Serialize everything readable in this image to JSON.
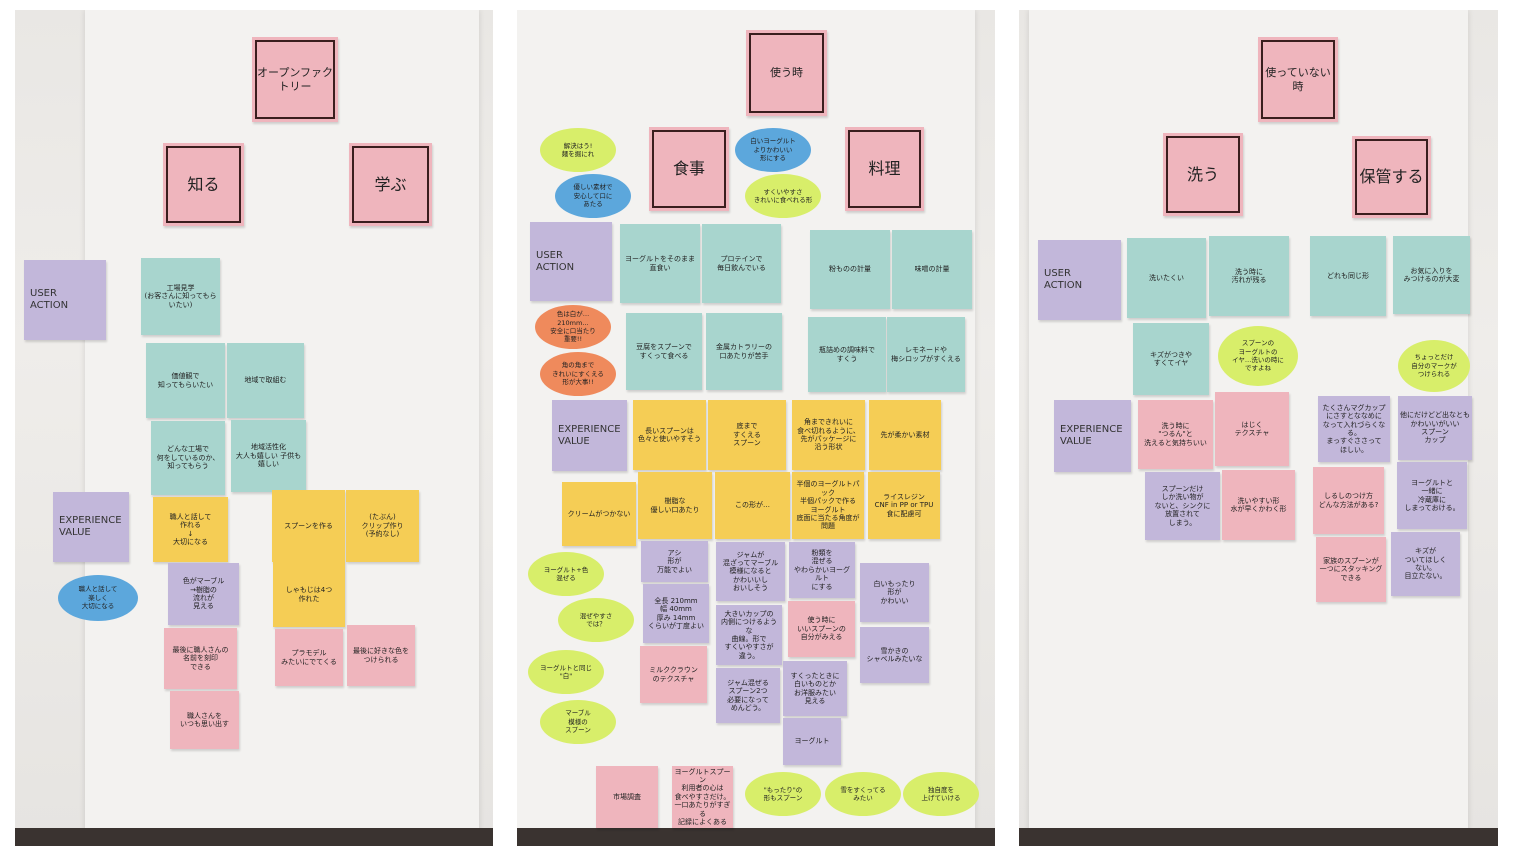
{
  "panels": [
    {
      "notes": [
        "オープンファクトリー",
        "知る",
        "学ぶ",
        "USER\nACTION",
        "工場見学\n(お客さんに知ってもらいたい)",
        "価値観で\n知ってもらいたい",
        "地域で取組む",
        "どんな工場で\n何をしているのか、\n知ってもらう",
        "地域活性化\n大人も嬉しい 子供も嬉しい",
        "EXPERIENCE\nVALUE",
        "職人と話して\n作れる\n↓\n大切になる",
        "スプーンを作る",
        "(たぶん)\nクリップ作り\n(予約なし)",
        "色がマーブル\n→樹脂の\n流れが\n見える",
        "しゃもじは4つ\n作れた",
        "最後に職人さんの\n名前を刻印\nできる",
        "職人さんを\nいつも思い出す",
        "プラモデル\nみたいにでてくる",
        "最後に好きな色を\nつけられる"
      ],
      "bubbles": [
        "職人と話して\n楽しく\n大切になる"
      ]
    },
    {
      "notes": [
        "使う時",
        "食事",
        "料理",
        "USER\nACTION",
        "ヨーグルトをそのまま\n直食い",
        "プロテインで\n毎日飲んでいる",
        "粉ものの計量",
        "味噌の計量",
        "豆腐をスプーンで\nすくって食べる",
        "金属カトラリーの\n口あたりが苦手",
        "瓶詰めの調味料で\nすくう",
        "レモネードや\n梅シロップがすくえる",
        "EXPERIENCE\nVALUE",
        "長いスプーンは\n色々と使いやすそう",
        "底まで\nすくえる\nスプーン",
        "角まできれいに\n食べ切れるように、\n先がパッケージに\n沿う形状",
        "先が柔かい素材",
        "クリームがつかない",
        "樹脂な\n優しい口あたり",
        "この形が…",
        "半個のヨーグルトパック\n半個パックで作る\nヨーグルト\n底面に当たる角度が\n問題",
        "ライスレジン\nCNF in PP or TPU\n食に配慮可",
        "アシ\n形が\n万能でよい",
        "全長 210mm\n幅 40mm\n厚み 14mm\nくらいが丁度よい",
        "ジャムが\n混ざってマーブル\n模様になると\nかわいいし\nおいしそう",
        "粉類を\n混ぜる\nやわらかいヨーグルト\nにする",
        "白いもったり\n形が\nかわいい",
        "大きいカップの\n内側につけるような\n曲線。形で\nすくいやすさが\n違う。",
        "使う時に\nいいスプーンの\n自分がみえる",
        "雪かきの\nシャベルみたいな",
        "ミルククラウン\nのテクスチャ",
        "ジャム混ぜる\nスプーン2つ\n必要になって\nめんどう。",
        "すくったときに\n白いものとか\nお洋服みたい\n見える",
        "ヨーグルト",
        "市場調査",
        "ヨーグルトスプーン\n利用者の心は\n食べやすさだけ。\n一口あたりがすぎる\n記録によくある"
      ],
      "bubbles": [
        "色は白が…\n210mm…\n安全に口当たり\n重要!!",
        "角の角まで\nきれいにすくえる\n形が大事!!",
        "解決はう!\n麺を掘にれ",
        "優しい素材で\n安心して口に\nあたる",
        "白いヨーグルト\nよりかわいい\n形にする",
        "すくいやすさ\nきれいに食べれる形",
        "ヨーグルト+色\n混ぜる",
        "混ぜやすさ\nでは？",
        "ヨーグルトと同じ\n\"白\"",
        "マーブル\n模様の\nスプーン",
        "\"もったり\"の\n形もスプーン",
        "雪をすくってる\nみたい",
        "独自度を\n上げていける"
      ]
    },
    {
      "notes": [
        "使っていない時",
        "洗う",
        "保管する",
        "USER\nACTION",
        "洗いたくい",
        "洗う時に\n汚れが残る",
        "どれも同じ形",
        "お気に入りを\nみつけるのが大変",
        "キズがつきや\nすくてイヤ",
        "EXPERIENCE\nVALUE",
        "洗う時に\n\"つるん\"と\n洗えると気持ちいい",
        "はじく\nテクスチャ",
        "たくさんマグカップ\nにさすとななめに\nなって入れづらくなる。\nまっすぐささって\nほしい。",
        "他にだけどど出なとも\nかわいいがいい\nスプーン\nカップ",
        "スプーンだけ\nしか洗い物が\nないと、シンクに\n放置されて\nしまう。",
        "洗いやすい形\n水が早くかわく形",
        "しるしのつけ方\nどんな方法がある?",
        "ヨーグルトと\n一緒に\n冷蔵庫に\nしまっておける。",
        "家族のスプーンが\n一つにスタッキング\nできる",
        "キズが\nついてほしく\nない。\n目立たない。"
      ],
      "bubbles": [
        "スプーンの\nヨーグルトの\nイヤ…洗いの時に\nですよね",
        "ちょっとだけ\n自分のマークが\nつけられる"
      ]
    }
  ]
}
